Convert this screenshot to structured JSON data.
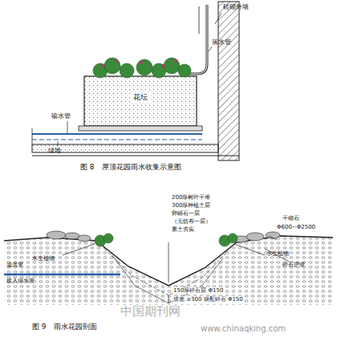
{
  "diagram": {
    "nodes": [
      {
        "text": [
          "花坛"
        ]
      }
    ],
    "labels": [
      "砖砌外墙",
      "落水管",
      "输水管",
      "绿地",
      "图 8　屋顶花园雨水收集示意图",
      "200厚树叶干堆",
      "300厚种植土层",
      "卵砾石一层",
      "（无纺布一层）",
      "素土夯实",
      "干砌石",
      "Φ600~Φ2500",
      "水生植物",
      "水生植物",
      "碎石护坡",
      "溢流管",
      "接入排水管",
      "150厚碎石层 Φ150",
      "坡底 ≥300 级配碎石 Φ150",
      "中国期刊网",
      "图 9　雨水花园剖面",
      "www.chinaqking.com"
    ]
  }
}
